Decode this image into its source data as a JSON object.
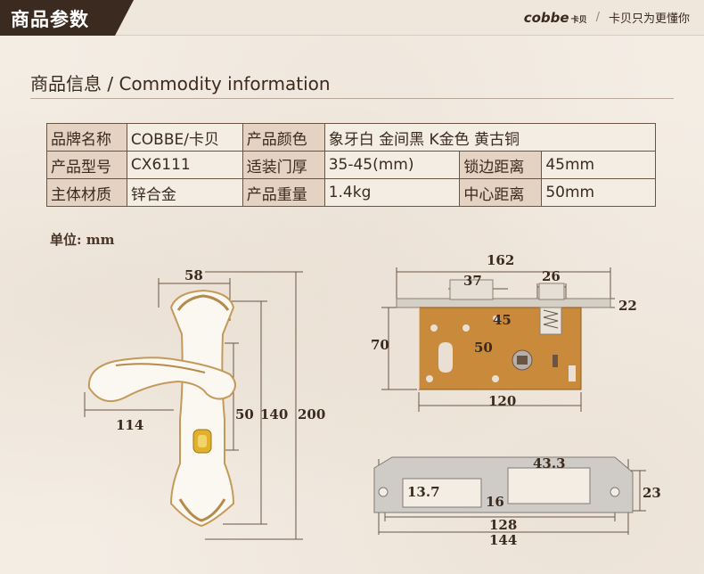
{
  "header": {
    "tab_title": "商品参数",
    "brand_logo": "cobbe",
    "brand_logo_cn": "卡贝",
    "slogan": "卡贝只为更懂你"
  },
  "section": {
    "title": "商品信息 / Commodity information"
  },
  "spec_table": {
    "rows": [
      [
        "品牌名称",
        "COBBE/卡贝",
        "产品颜色",
        "象牙白  金间黑  K金色  黄古铜"
      ],
      [
        "产品型号",
        "CX6111",
        "适装门厚",
        "35-45(mm)",
        "锁边距离",
        "45mm"
      ],
      [
        "主体材质",
        "锌合金",
        "产品重量",
        "1.4kg",
        "中心距离",
        "50mm"
      ]
    ]
  },
  "unit_label": "单位:  mm",
  "handle_dims": {
    "width_top": "58",
    "handle_length": "114",
    "hole_spacing": "50",
    "plate_mid": "140",
    "plate_height": "200"
  },
  "lock_body_dims": {
    "faceplate_length": "162",
    "latch_offset": "37",
    "bolt_width": "26",
    "faceplate_width": "22",
    "backset": "45",
    "center_distance": "50",
    "body_height": "70",
    "body_width": "120"
  },
  "strike_dims": {
    "slot_length": "43.3",
    "hole_height": "13.7",
    "slot_gap": "16",
    "height": "23",
    "hole_spacing": "128",
    "length": "144"
  },
  "colors": {
    "header_dark": "#3a2a20",
    "table_key_bg": "#e4d2c2",
    "lock_body": "#c98a3c",
    "gold_accent": "#e0b12a"
  }
}
